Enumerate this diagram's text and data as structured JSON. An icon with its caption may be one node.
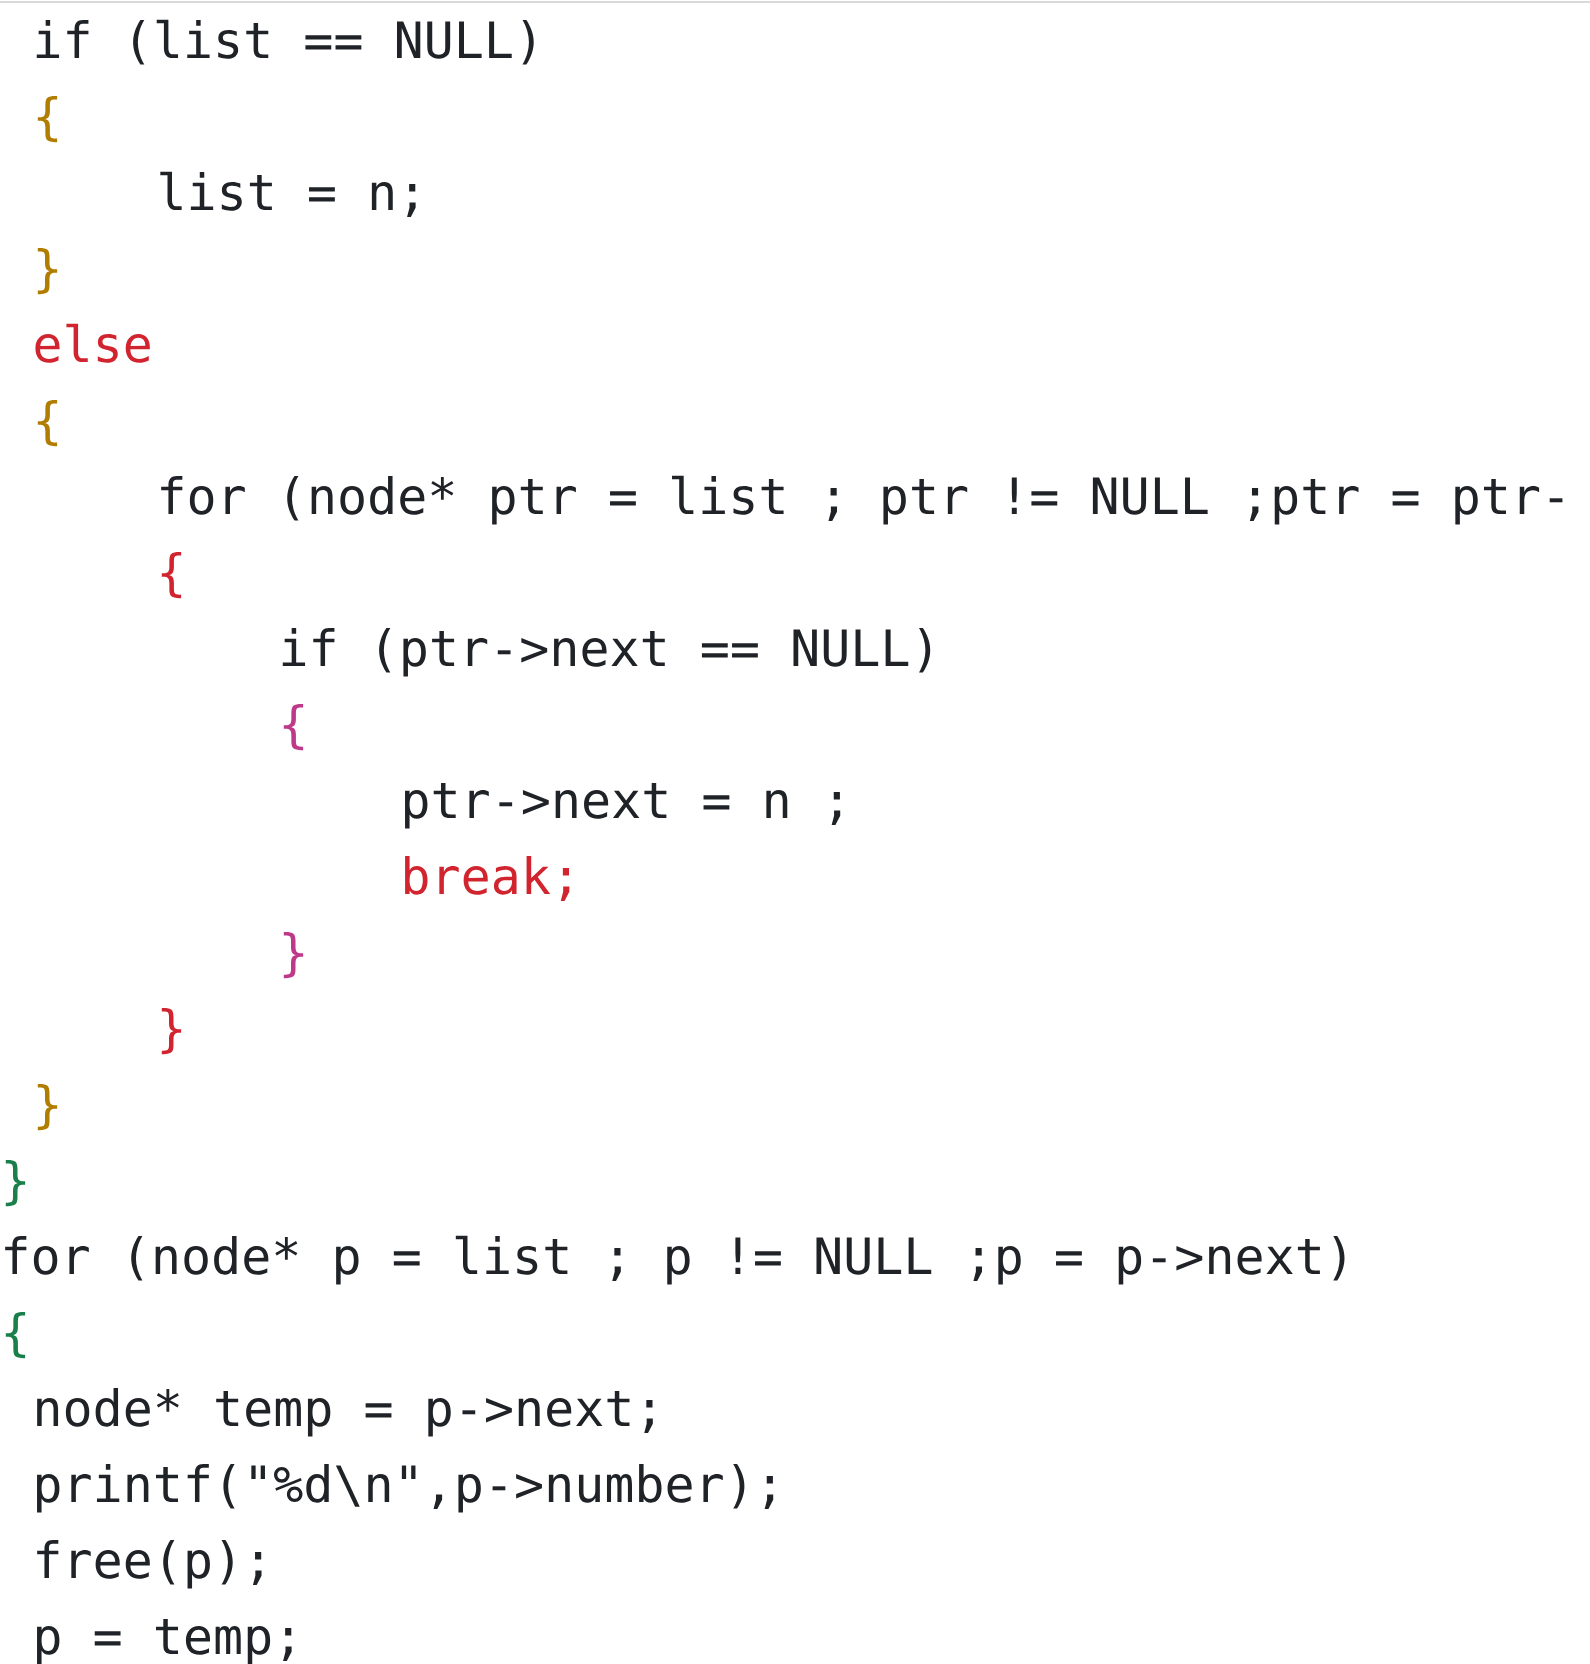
{
  "diagram": {
    "labels": [
      "if (list == NULL)",
      "{",
      "list = n;",
      "}",
      "else",
      "{",
      "for (node* ptr = list ; ptr != NULL ;ptr = ptr-",
      "{",
      "if (ptr->next == NULL)",
      "{",
      "ptr->next = n ;",
      "break;",
      "}",
      "}",
      "}",
      "}",
      "for (node* p = list ; p != NULL ;p = p->next)",
      "{",
      "node* temp = p->next;",
      "printf(\"%d\\n\",p->number);",
      "free(p);",
      "p = temp;"
    ]
  }
}
